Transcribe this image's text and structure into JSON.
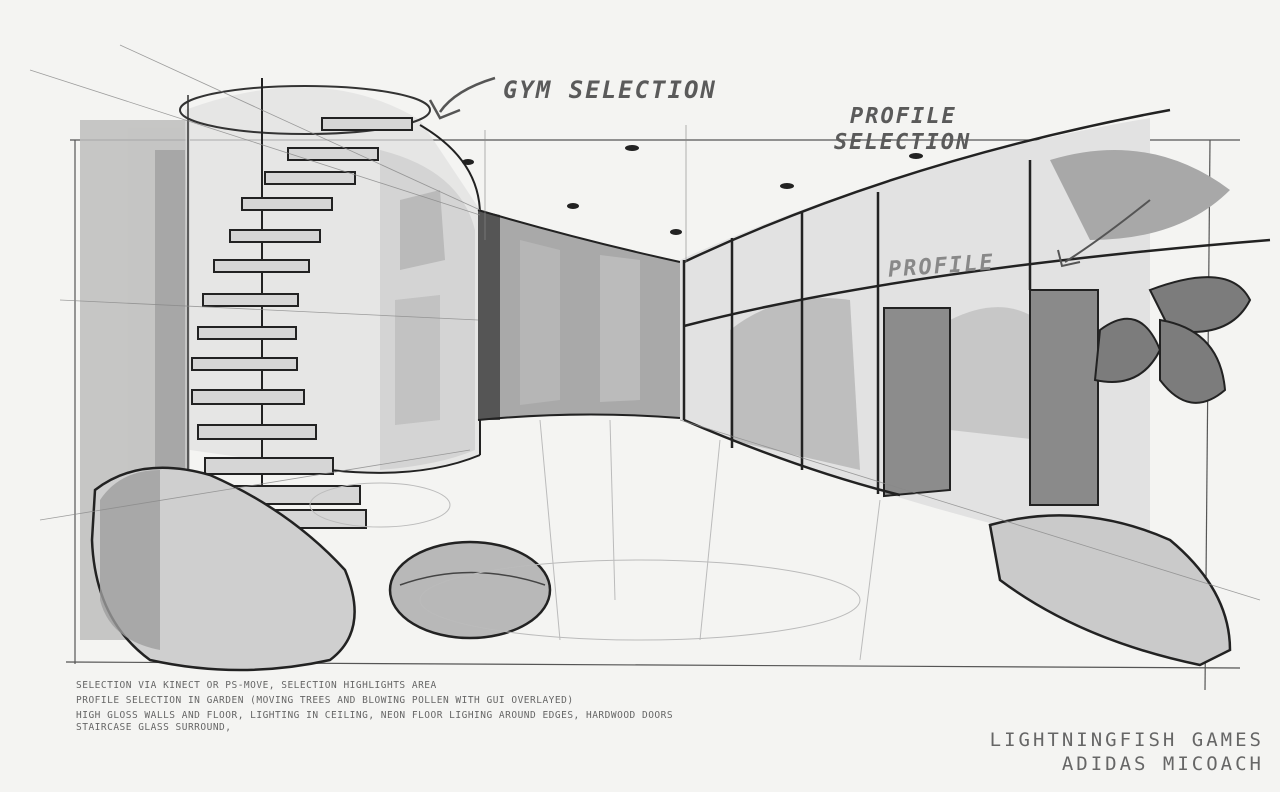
{
  "labels": {
    "gym_selection": "GYM SELECTION",
    "profile_selection_line1": "PROFILE",
    "profile_selection_line2": "SELECTION",
    "window_sign": "PROFILE"
  },
  "notes": [
    "SELECTION VIA KINECT OR PS-MOVE, SELECTION HIGHLIGHTS AREA",
    "PROFILE SELECTION IN GARDEN (MOVING TREES AND BLOWING POLLEN WITH GUI OVERLAYED)",
    "HIGH GLOSS WALLS AND FLOOR, LIGHTING IN CEILING, NEON FLOOR LIGHING AROUND EDGES, HARDWOOD DOORS",
    "STAIRCASE GLASS SURROUND,"
  ],
  "credits": {
    "studio": "LIGHTNINGFISH GAMES",
    "project": "ADIDAS MICOACH"
  },
  "colors": {
    "paper": "#f4f4f2",
    "ink": "#1e1e1e",
    "marker_light": "#c4c4c4",
    "marker_dark": "#8a8a8a"
  }
}
